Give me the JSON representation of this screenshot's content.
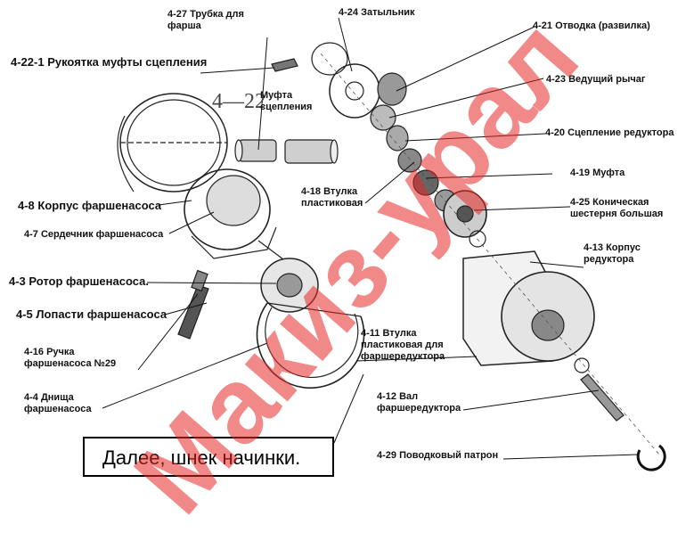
{
  "labels": {
    "l4_27": "4-27 Трубка для\nфарша",
    "l4_24": "4-24 Затыльник",
    "l4_21": "4-21 Отводка (развилка)",
    "l4_22_1": "4-22-1 Рукоятка муфты сцепления",
    "l4_22_code": "4—22",
    "l4_22_text": "Муфта\nсцепления",
    "l4_23": "4-23 Ведущий рычаг",
    "l4_20": "4-20 Сцепление редуктора",
    "l4_19": "4-19 Муфта",
    "l4_18": "4-18 Втулка\nпластиковая",
    "l4_25": "4-25 Коническая\nшестерня большая",
    "l4_8": "4-8 Корпус фаршенасоса",
    "l4_7": "4-7 Сердечник фаршенасоса",
    "l4_13": "4-13 Корпус\nредуктора",
    "l4_3": "4-3 Ротор фаршенасоса.",
    "l4_5": "4-5 Лопасти фаршенасоса",
    "l4_11": "4-11 Втулка\nпластиковая для\nфаршередуктора",
    "l4_16": "4-16 Ручка\nфаршенасоса №29",
    "l4_4": "4-4 Днища\nфаршенасоса",
    "l4_12": "4-12 Вал\nфаршередуктора",
    "l4_29": "4-29 Поводковый патрон"
  },
  "callout": "Далее, шнек начинки.",
  "watermark": "Макиз-урал",
  "colors": {
    "watermark": "#e82828",
    "ink": "#111111"
  }
}
